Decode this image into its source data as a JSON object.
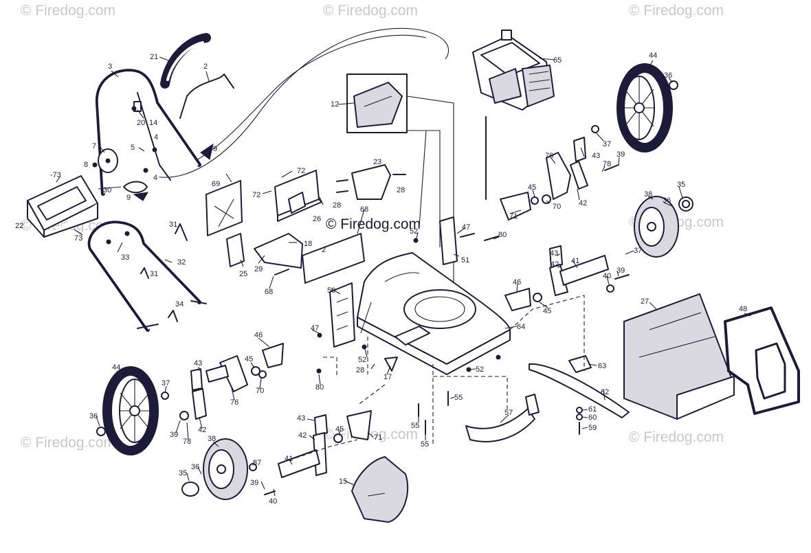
{
  "watermark": {
    "text": "© Firedog.com",
    "center_text": "© Firedog.com"
  },
  "labels": {
    "l21": "21",
    "l2": "2",
    "l3": "3",
    "l20": "20",
    "l14": "14",
    "l4a": "4",
    "l5": "5",
    "l7": "7",
    "l9a": "9",
    "l8": "8",
    "l4b": "4",
    "l30": "30",
    "l9b": "9",
    "l73a": "-73",
    "l22": "22",
    "l73b": "73",
    "l31a": "31",
    "l33": "33",
    "l32": "32",
    "l31b": "31",
    "l34": "34",
    "l69": "69",
    "l72a": "72",
    "l72b": "72",
    "l26": "26",
    "l28a": "28",
    "l23": "23",
    "l28b": "28",
    "l12": "12",
    "l68a": "68",
    "l18": "18",
    "l2b": "2",
    "l29": "29",
    "l25": "25",
    "l68b": "68",
    "l65": "65",
    "l44a": "44",
    "l36a": "36",
    "l37a": "37",
    "l43a": "43",
    "l76a": "76",
    "l39a": "39",
    "l78a": "78",
    "l45a": "45",
    "l70a": "70",
    "l42a": "42",
    "l71a": "71",
    "l38a": "38",
    "l35a": "35",
    "l36b": "36",
    "l47a": "47",
    "l52a": "52",
    "l80a": "80",
    "l51": "51",
    "l43b": "43",
    "l42b": "42",
    "l41a": "41",
    "l37b": "37",
    "l39b": "39",
    "l40a": "40",
    "l46a": "46",
    "l45b": "45",
    "l64": "64",
    "l27": "27",
    "l48": "48",
    "l50": "50",
    "l47b": "47",
    "l46b": "46",
    "l52b": "52",
    "l28c": "28",
    "l17": "17",
    "l80b": "80",
    "l52c": "52",
    "l63": "63",
    "l62": "62",
    "l44b": "44",
    "l37c": "37",
    "l36c": "36",
    "l39c": "39",
    "l78b": "78",
    "l42c": "42",
    "l43c": "43",
    "l45c": "45",
    "l70b": "70",
    "l76b": "76",
    "l55a": "55",
    "l55b": "55",
    "l55c": "55",
    "l57": "57",
    "l61": "61",
    "l60": "60",
    "l59": "59",
    "l43d": "43",
    "l42d": "42",
    "l45d": "45",
    "l71b": "71",
    "l38b": "38",
    "l41b": "41",
    "l37d": "37",
    "l35b": "35",
    "l36d": "36",
    "l39d": "39",
    "l40b": "40",
    "l15": "15"
  }
}
